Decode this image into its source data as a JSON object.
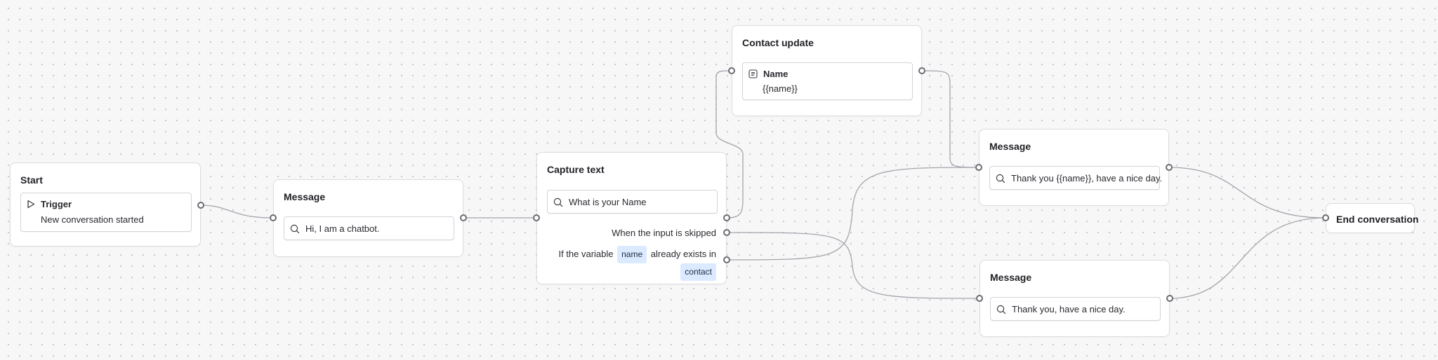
{
  "start_node": {
    "title": "Start",
    "trigger_label": "Trigger",
    "trigger_value": "New conversation started"
  },
  "message_1": {
    "title": "Message",
    "text": "Hi, I am a chatbot."
  },
  "capture_text": {
    "title": "Capture text",
    "prompt": "What is your Name",
    "skipped_label": "When the input is skipped",
    "exists_prefix": "If the variable",
    "exists_variable": "name",
    "exists_middle": "already exists in",
    "exists_target": "contact"
  },
  "contact_update": {
    "title": "Contact update",
    "field_label": "Name",
    "field_value": "{{name}}"
  },
  "message_2": {
    "title": "Message",
    "text": "Thank you {{name}}, have a nice day."
  },
  "message_3": {
    "title": "Message",
    "text": "Thank you, have a nice day."
  },
  "end_node": {
    "title": "End conversation"
  },
  "colors": {
    "edge": "#a4a4ab",
    "handle": "#6b6b73",
    "chip_bg": "#dbeafe",
    "canvas_bg": "#f7f7f8"
  }
}
